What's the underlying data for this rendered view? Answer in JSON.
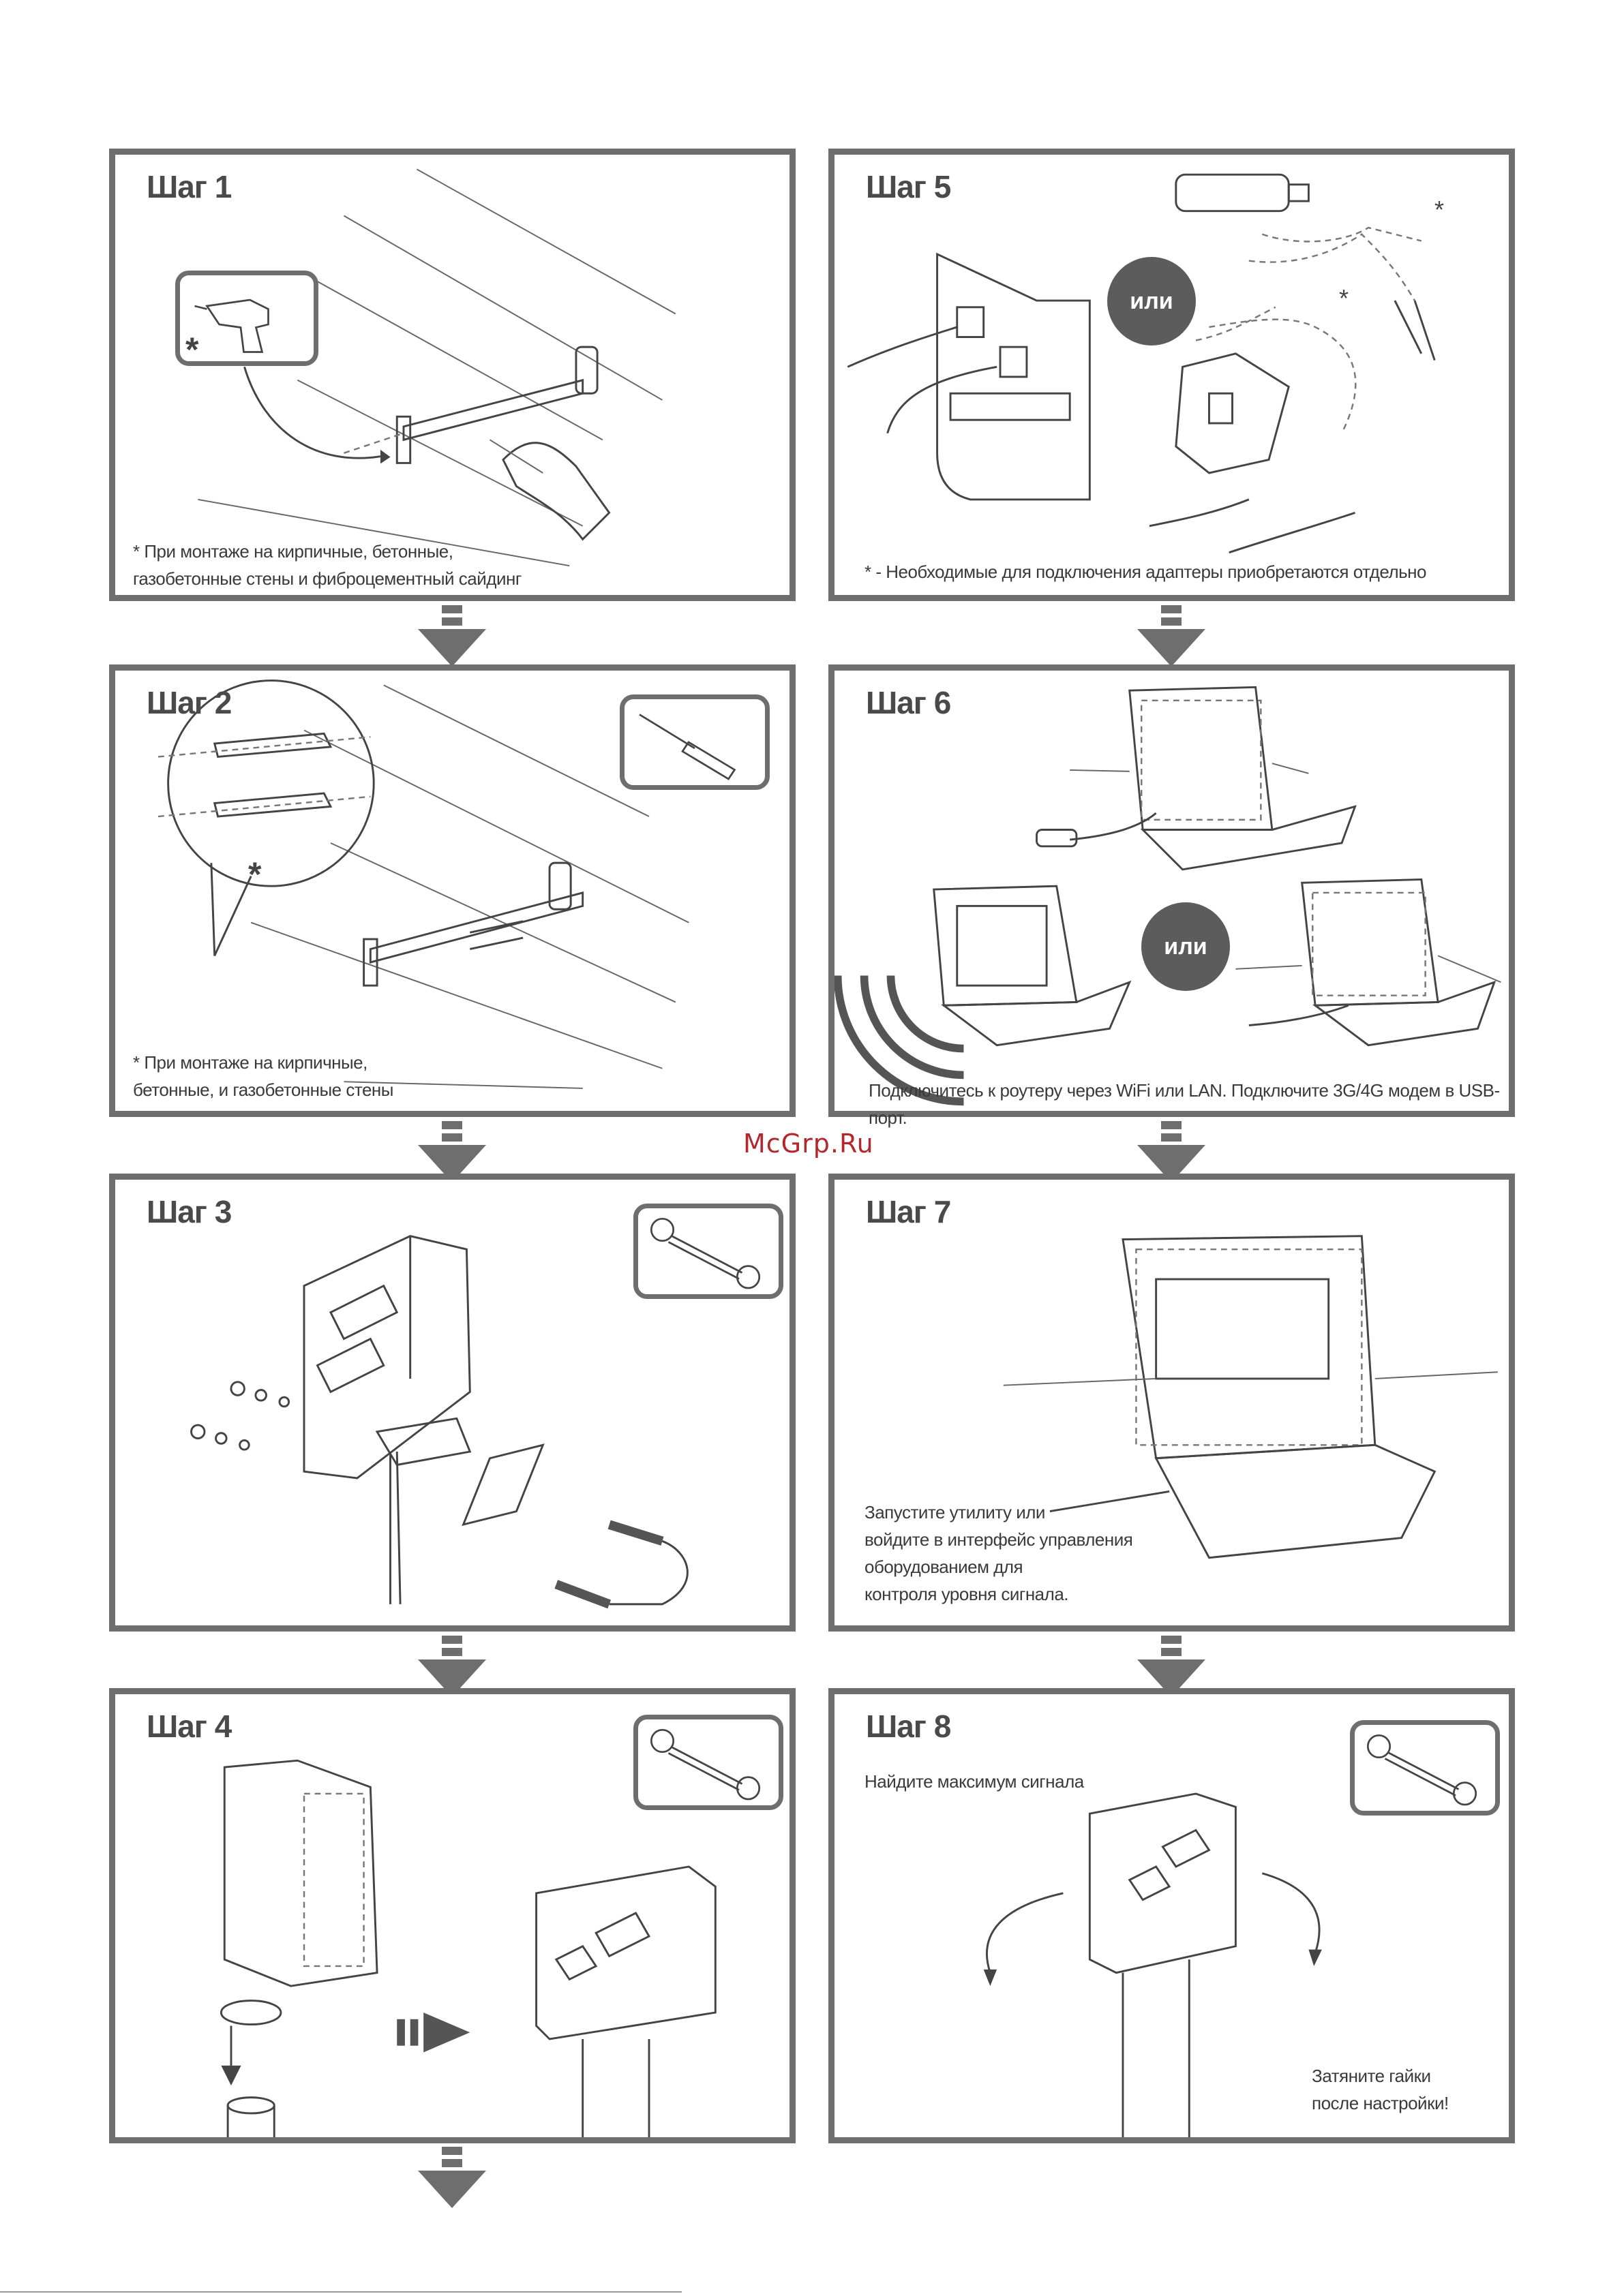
{
  "watermark": "McGrp.Ru",
  "steps": {
    "s1": {
      "title": "Шаг 1",
      "note_line1": "* При монтаже на кирпичные, бетонные,",
      "note_line2": "газобетонные стены и фиброцементный сайдинг",
      "asterisk": "*"
    },
    "s2": {
      "title": "Шаг 2",
      "note_line1": "* При монтаже на кирпичные,",
      "note_line2": "бетонные, и газобетонные стены",
      "asterisk": "*"
    },
    "s3": {
      "title": "Шаг 3"
    },
    "s4": {
      "title": "Шаг 4"
    },
    "s5": {
      "title": "Шаг 5",
      "or": "или",
      "note": "* - Необходимые для подключения адаптеры приобретаются отдельно",
      "asterisk": "*"
    },
    "s6": {
      "title": "Шаг 6",
      "or": "или",
      "note": "Подключитесь к роутеру через WiFi или LAN. Подключите 3G/4G модем в USB-порт."
    },
    "s7": {
      "title": "Шаг 7",
      "note_line1": "Запустите утилиту или",
      "note_line2": "войдите в интерфейс управления",
      "note_line3": "оборудованием для",
      "note_line4": "контроля уровня сигнала."
    },
    "s8": {
      "title": "Шаг 8",
      "subtitle": "Найдите максимум сигнала",
      "note_line1": "Затяните гайки",
      "note_line2": "после настройки!"
    }
  },
  "icons": [
    "drill-icon",
    "screwdriver-icon",
    "wrench-icon",
    "arrow-down-icon",
    "arrow-right-icon",
    "laptop-icon",
    "router-icon",
    "usb-modem-icon",
    "antenna-icon",
    "bracket-icon",
    "wifi-icon"
  ]
}
